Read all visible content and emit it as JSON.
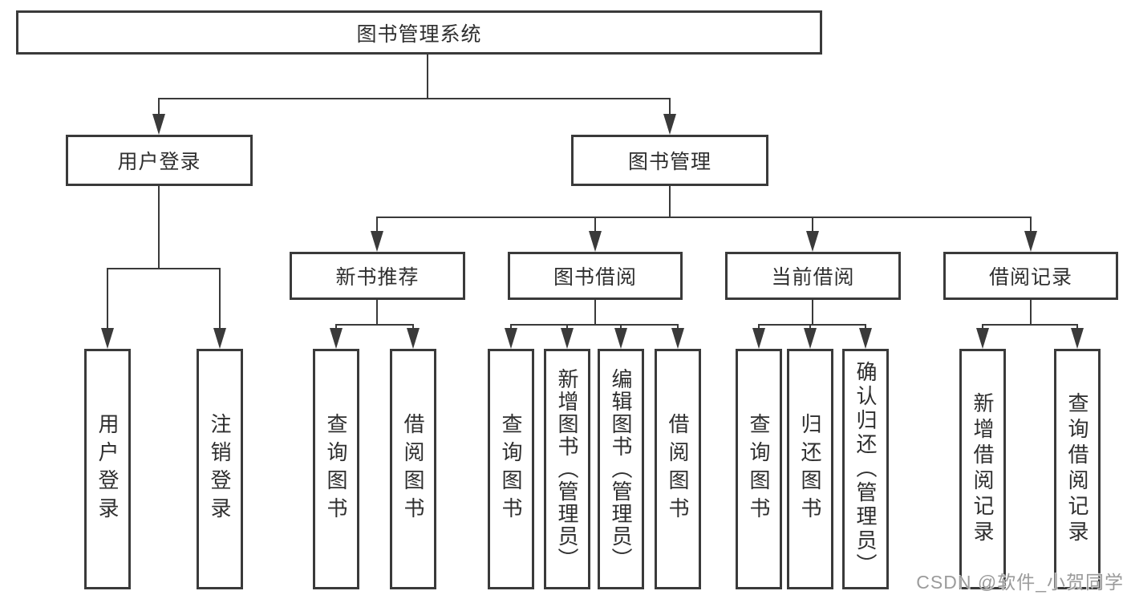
{
  "watermark": "CSDN @软件_小贺同学",
  "colors": {
    "line": "#3a3a3a",
    "text": "#2f2f2f",
    "background": "#ffffff",
    "watermark": "#9b9b9b"
  },
  "tree": {
    "root": {
      "label": "图书管理系统"
    },
    "branches": [
      {
        "label": "用户登录",
        "children": [
          {
            "label": "用户登录"
          },
          {
            "label": "注销登录"
          }
        ]
      },
      {
        "label": "图书管理",
        "children": [
          {
            "label": "新书推荐",
            "children": [
              {
                "label": "查询图书"
              },
              {
                "label": "借阅图书"
              }
            ]
          },
          {
            "label": "图书借阅",
            "children": [
              {
                "label": "查询图书"
              },
              {
                "label": "新增图书（管理员）"
              },
              {
                "label": "编辑图书（管理员）"
              },
              {
                "label": "借阅图书"
              }
            ]
          },
          {
            "label": "当前借阅",
            "children": [
              {
                "label": "查询图书"
              },
              {
                "label": "归还图书"
              },
              {
                "label": "确认归还（管理员）"
              }
            ]
          },
          {
            "label": "借阅记录",
            "children": [
              {
                "label": "新增借阅记录"
              },
              {
                "label": "查询借阅记录"
              }
            ]
          }
        ]
      }
    ]
  }
}
